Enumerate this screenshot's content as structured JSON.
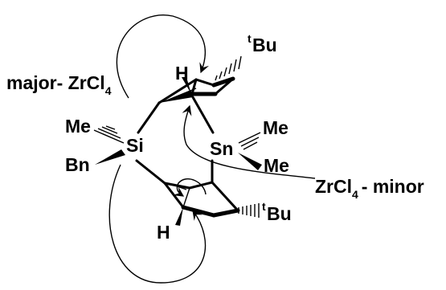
{
  "labels": {
    "tBu_top_sup": "t",
    "tBu_top": "Bu",
    "tBu_bot_sup": "t",
    "tBu_bot": "Bu",
    "H_top": "H",
    "H_bot": "H",
    "Me_si": "Me",
    "Bn": "Bn",
    "Si": "Si",
    "Sn": "Sn",
    "Me_sn_top": "Me",
    "Me_sn_bot": "Me",
    "major_prefix": "major- ZrCl",
    "major_sub": "4",
    "minor_prefix": "ZrCl",
    "minor_sub": "4",
    "minor_suffix": "- minor"
  }
}
